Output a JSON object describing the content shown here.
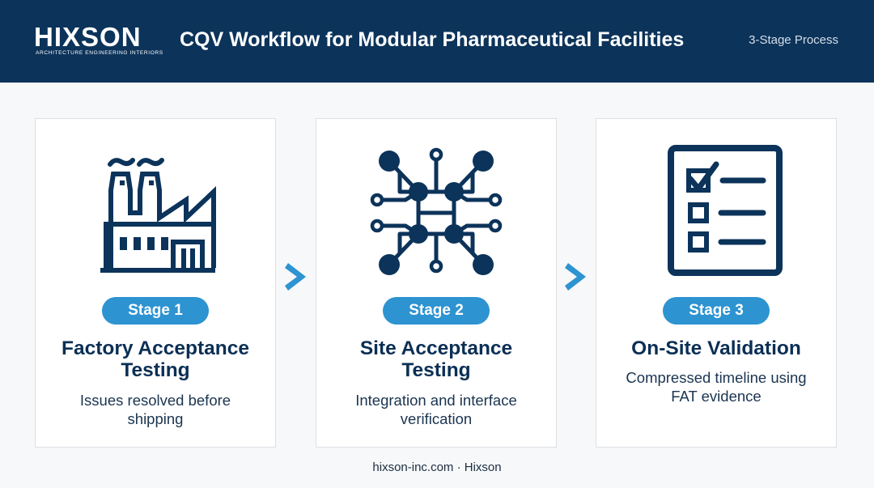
{
  "header": {
    "logo_text": "HIXSON",
    "logo_tagline": "ARCHITECTURE  ENGINEERING  INTERIORS",
    "title": "CQV Workflow for Modular Pharmaceutical Facilities",
    "badge": "3-Stage Process"
  },
  "stages": [
    {
      "icon": "factory-icon",
      "pill": "Stage 1",
      "title": "Factory Acceptance Testing",
      "description": "Issues resolved before shipping"
    },
    {
      "icon": "circuit-network-icon",
      "pill": "Stage 2",
      "title": "Site Acceptance Testing",
      "description": "Integration and interface verification"
    },
    {
      "icon": "checklist-icon",
      "pill": "Stage 3",
      "title": "On-Site Validation",
      "description": "Compressed timeline using FAT evidence"
    }
  ],
  "footer": {
    "text": "hixson-inc.com · Hixson"
  },
  "colors": {
    "header_bg": "#0c335a",
    "accent": "#2d93d1",
    "icon": "#0c335a"
  }
}
